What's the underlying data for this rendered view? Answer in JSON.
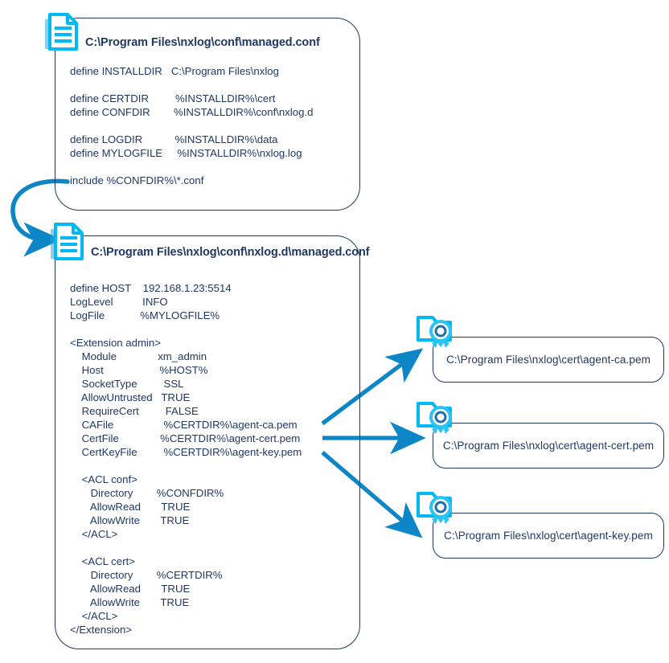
{
  "colors": {
    "text_navy": "#1f3864",
    "border_navy": "#1f3864",
    "icon_cyan": "#00b9f2",
    "arrow_blue": "#0d86c8"
  },
  "panels": {
    "managed_conf": {
      "title": "C:\\Program Files\\nxlog\\conf\\managed.conf",
      "doc_icon": "document-icon",
      "lines": [
        "define INSTALLDIR   C:\\Program Files\\nxlog",
        "",
        "define CERTDIR         %INSTALLDIR%\\cert",
        "define CONFDIR        %INSTALLDIR%\\conf\\nxlog.d",
        "",
        "define LOGDIR           %INSTALLDIR%\\data",
        "define MYLOGFILE     %INSTALLDIR%\\nxlog.log",
        "",
        "include %CONFDIR%\\*.conf"
      ]
    },
    "nxlogd_managed_conf": {
      "title": "C:\\Program Files\\nxlog\\conf\\nxlog.d\\managed.conf",
      "doc_icon": "document-icon",
      "lines": [
        "define HOST    192.168.1.23:5514",
        "LogLevel          INFO",
        "LogFile            %MYLOGFILE%",
        "",
        "<Extension admin>",
        "    Module              xm_admin",
        "    Host                   %HOST%",
        "    SocketType         SSL",
        "    AllowUntrusted   TRUE",
        "    RequireCert         FALSE",
        "    CAFile                 %CERTDIR%\\agent-ca.pem",
        "    CertFile              %CERTDIR%\\agent-cert.pem",
        "    CertKeyFile         %CERTDIR%\\agent-key.pem",
        "",
        "    <ACL conf>",
        "       Directory        %CONFDIR%",
        "       AllowRead       TRUE",
        "       AllowWrite       TRUE",
        "    </ACL>",
        "",
        "    <ACL cert>",
        "       Directory        %CERTDIR%",
        "       AllowRead       TRUE",
        "       AllowWrite       TRUE",
        "    </ACL>",
        "</Extension>"
      ]
    }
  },
  "cert_files": [
    {
      "id": "ca",
      "label": "C:\\Program Files\\nxlog\\cert\\agent-ca.pem",
      "icon": "certificate-icon"
    },
    {
      "id": "cert",
      "label": "C:\\Program Files\\nxlog\\cert\\agent-cert.pem",
      "icon": "certificate-icon"
    },
    {
      "id": "key",
      "label": "C:\\Program Files\\nxlog\\cert\\agent-key.pem",
      "icon": "certificate-icon"
    }
  ],
  "arrows": [
    {
      "id": "include-to-nxlogd",
      "kind": "curved-arrow",
      "from": "include-line",
      "to": "nxlogd-doc-icon"
    },
    {
      "id": "cafile-to-ca",
      "kind": "straight-arrow",
      "from": "cafile-line",
      "to": "cert-panel-ca"
    },
    {
      "id": "certfile-to-cert",
      "kind": "straight-arrow",
      "from": "certfile-line",
      "to": "cert-panel-cert"
    },
    {
      "id": "keyfile-to-key",
      "kind": "straight-arrow",
      "from": "certkeyfile-line",
      "to": "cert-panel-key"
    }
  ]
}
